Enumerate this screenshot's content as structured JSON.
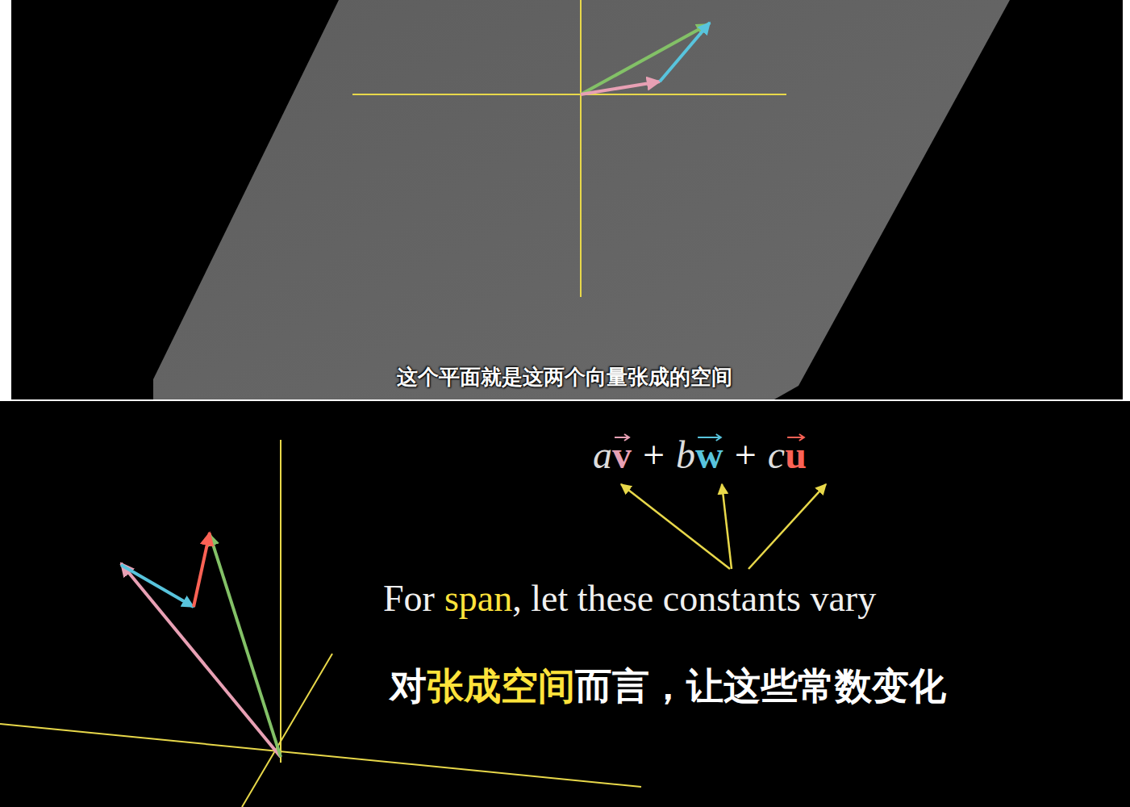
{
  "diagram": {
    "labels": [
      "这个平面就是这两个向量张成的空间",
      "a",
      "v",
      "+",
      "b",
      "w",
      "+",
      "c",
      "u",
      "For",
      "span",
      ", let these constants vary",
      "对",
      "张成空间",
      "而言，让这些常数变化"
    ]
  }
}
